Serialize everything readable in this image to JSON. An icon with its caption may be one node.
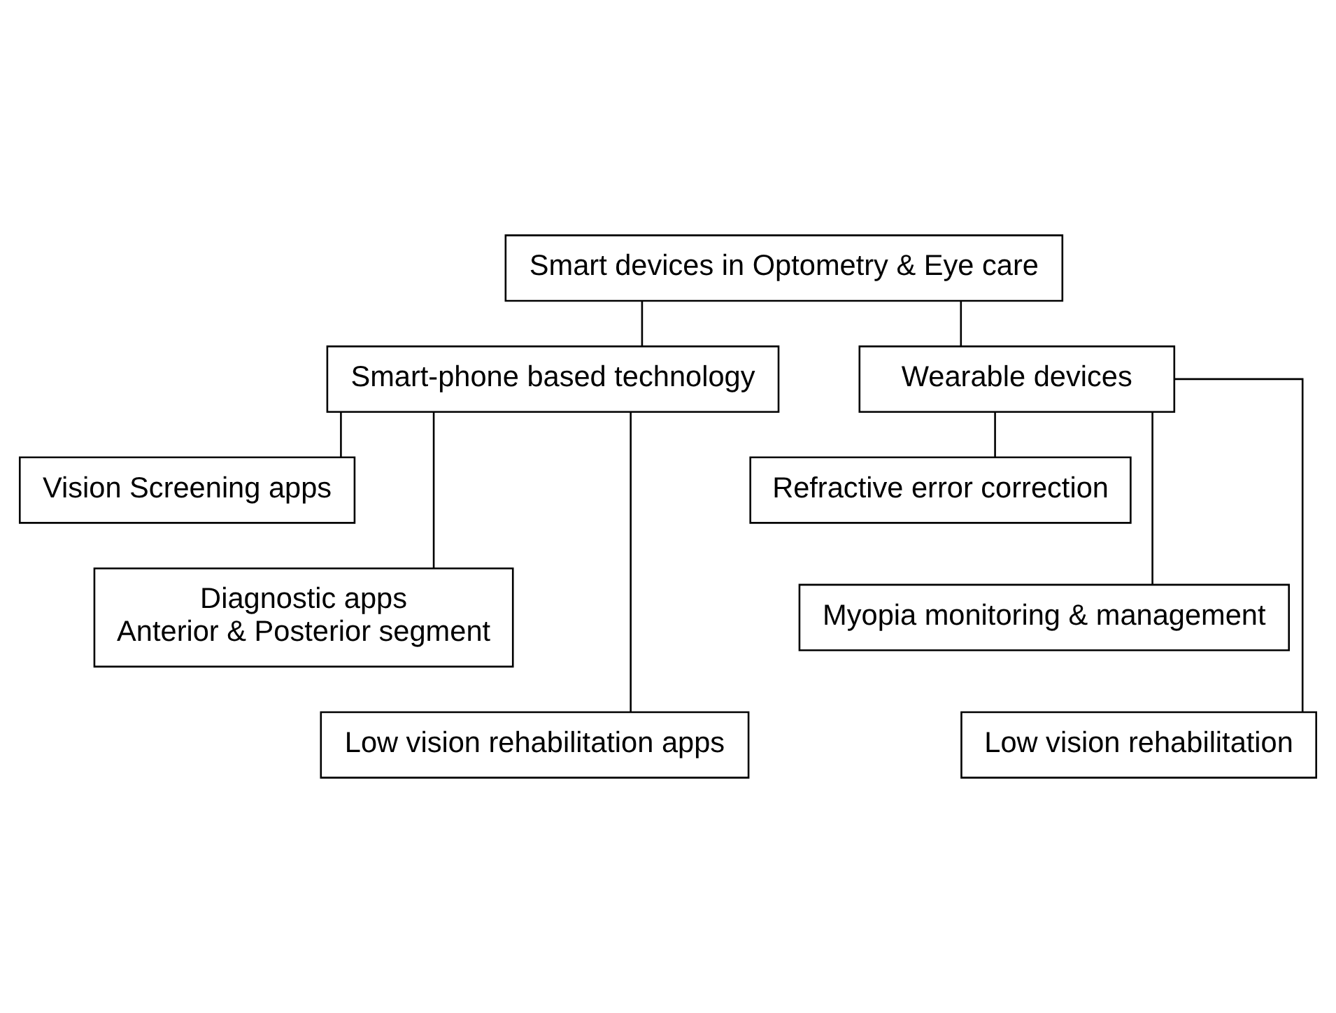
{
  "diagram": {
    "nodes": [
      {
        "text": [
          "Smart devices in Optometry & Eye care"
        ]
      },
      {
        "text": [
          "Smart-phone based technology"
        ]
      },
      {
        "text": [
          "Wearable devices"
        ]
      },
      {
        "text": [
          "Vision Screening apps"
        ]
      },
      {
        "text": [
          "Diagnostic apps",
          "Anterior & Posterior segment"
        ]
      },
      {
        "text": [
          "Low vision rehabilitation apps"
        ]
      },
      {
        "text": [
          "Refractive error correction"
        ]
      },
      {
        "text": [
          "Myopia monitoring & management"
        ]
      },
      {
        "text": [
          "Low vision rehabilitation"
        ]
      }
    ],
    "edges": [
      {
        "from": 0,
        "to": 1,
        "arrow": "none"
      },
      {
        "from": 0,
        "to": 2,
        "arrow": "none"
      },
      {
        "from": 1,
        "to": 3,
        "arrow": "none"
      },
      {
        "from": 1,
        "to": 4,
        "arrow": "none"
      },
      {
        "from": 1,
        "to": 5,
        "arrow": "none"
      },
      {
        "from": 2,
        "to": 6,
        "arrow": "none"
      },
      {
        "from": 2,
        "to": 7,
        "arrow": "none"
      },
      {
        "from": 2,
        "to": 8,
        "arrow": "none"
      }
    ]
  }
}
